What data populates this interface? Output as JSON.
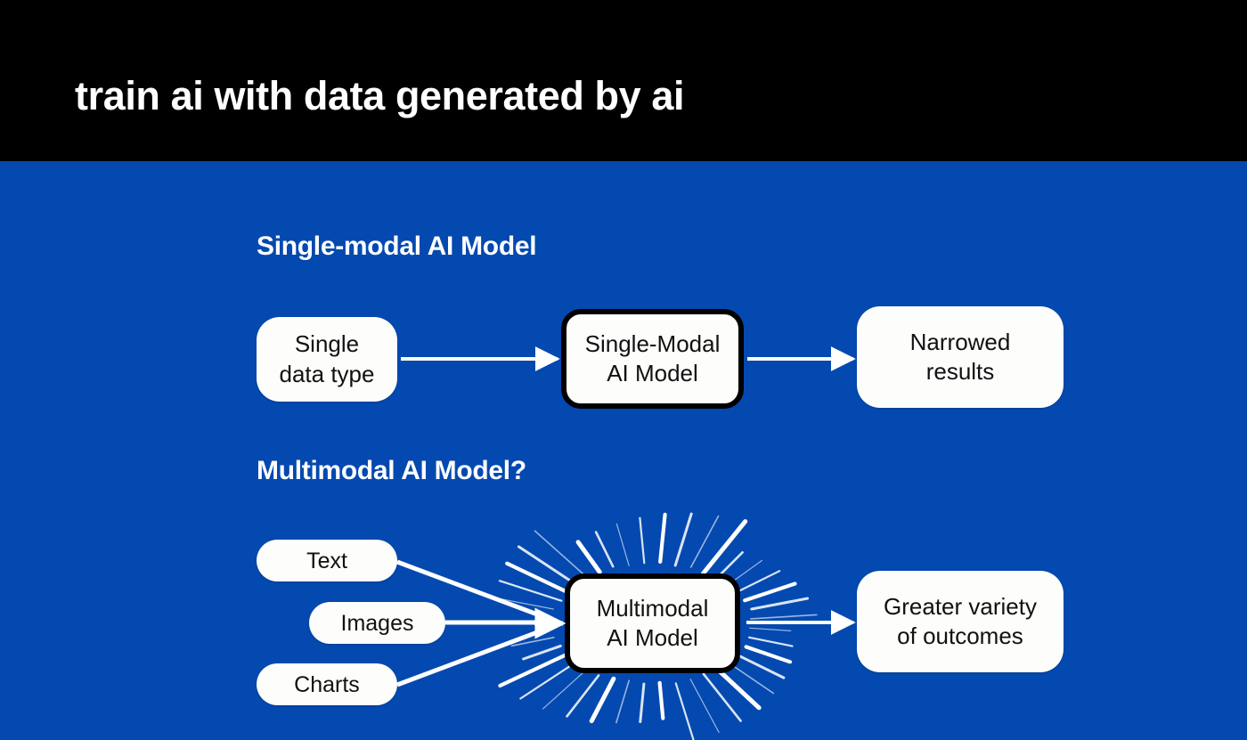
{
  "header": {
    "title": "train ai with data generated by ai",
    "background_color": "#000000",
    "text_color": "#ffffff"
  },
  "canvas": {
    "background_color": "#0449b0",
    "node_fill": "#fdfdfb",
    "node_text_color": "#111111",
    "outline_color": "#000000",
    "connector_color": "#ffffff"
  },
  "sections": [
    {
      "id": "single-modal",
      "heading": "Single-modal AI Model",
      "input_label": "Single\ndata type",
      "model_label": "Single-Modal\nAI Model",
      "output_label": "Narrowed\nresults"
    },
    {
      "id": "multimodal",
      "heading": "Multimodal AI Model?",
      "input_labels": [
        "Text",
        "Images",
        "Charts"
      ],
      "model_label": "Multimodal\nAI Model",
      "output_label": "Greater variety\nof outcomes"
    }
  ],
  "nodes": {
    "single_data_type": {
      "line1": "Single",
      "line2": "data type"
    },
    "single_modal_model": {
      "line1": "Single-Modal",
      "line2": "AI Model"
    },
    "narrowed_results": {
      "line1": "Narrowed",
      "line2": "results"
    },
    "text": {
      "line1": "Text"
    },
    "images": {
      "line1": "Images"
    },
    "charts": {
      "line1": "Charts"
    },
    "multimodal_model": {
      "line1": "Multimodal",
      "line2": "AI Model"
    },
    "greater_variety": {
      "line1": "Greater variety",
      "line2": "of outcomes"
    }
  },
  "connectors": {
    "single_row": [
      {
        "from": "single_data_type",
        "to": "single_modal_model",
        "style": "arrow"
      },
      {
        "from": "single_modal_model",
        "to": "narrowed_results",
        "style": "arrow"
      }
    ],
    "multi_row": [
      {
        "from": "text",
        "to": "multimodal_model",
        "style": "arrow"
      },
      {
        "from": "images",
        "to": "multimodal_model",
        "style": "arrow"
      },
      {
        "from": "charts",
        "to": "multimodal_model",
        "style": "arrow"
      },
      {
        "from": "multimodal_model",
        "to": "greater_variety",
        "style": "arrow"
      }
    ]
  },
  "decorations": {
    "starburst": {
      "around": "multimodal_model",
      "ray_count": 40,
      "color": "#ffffff",
      "description": "radial burst of white rays emanating from the multimodal model node"
    }
  }
}
